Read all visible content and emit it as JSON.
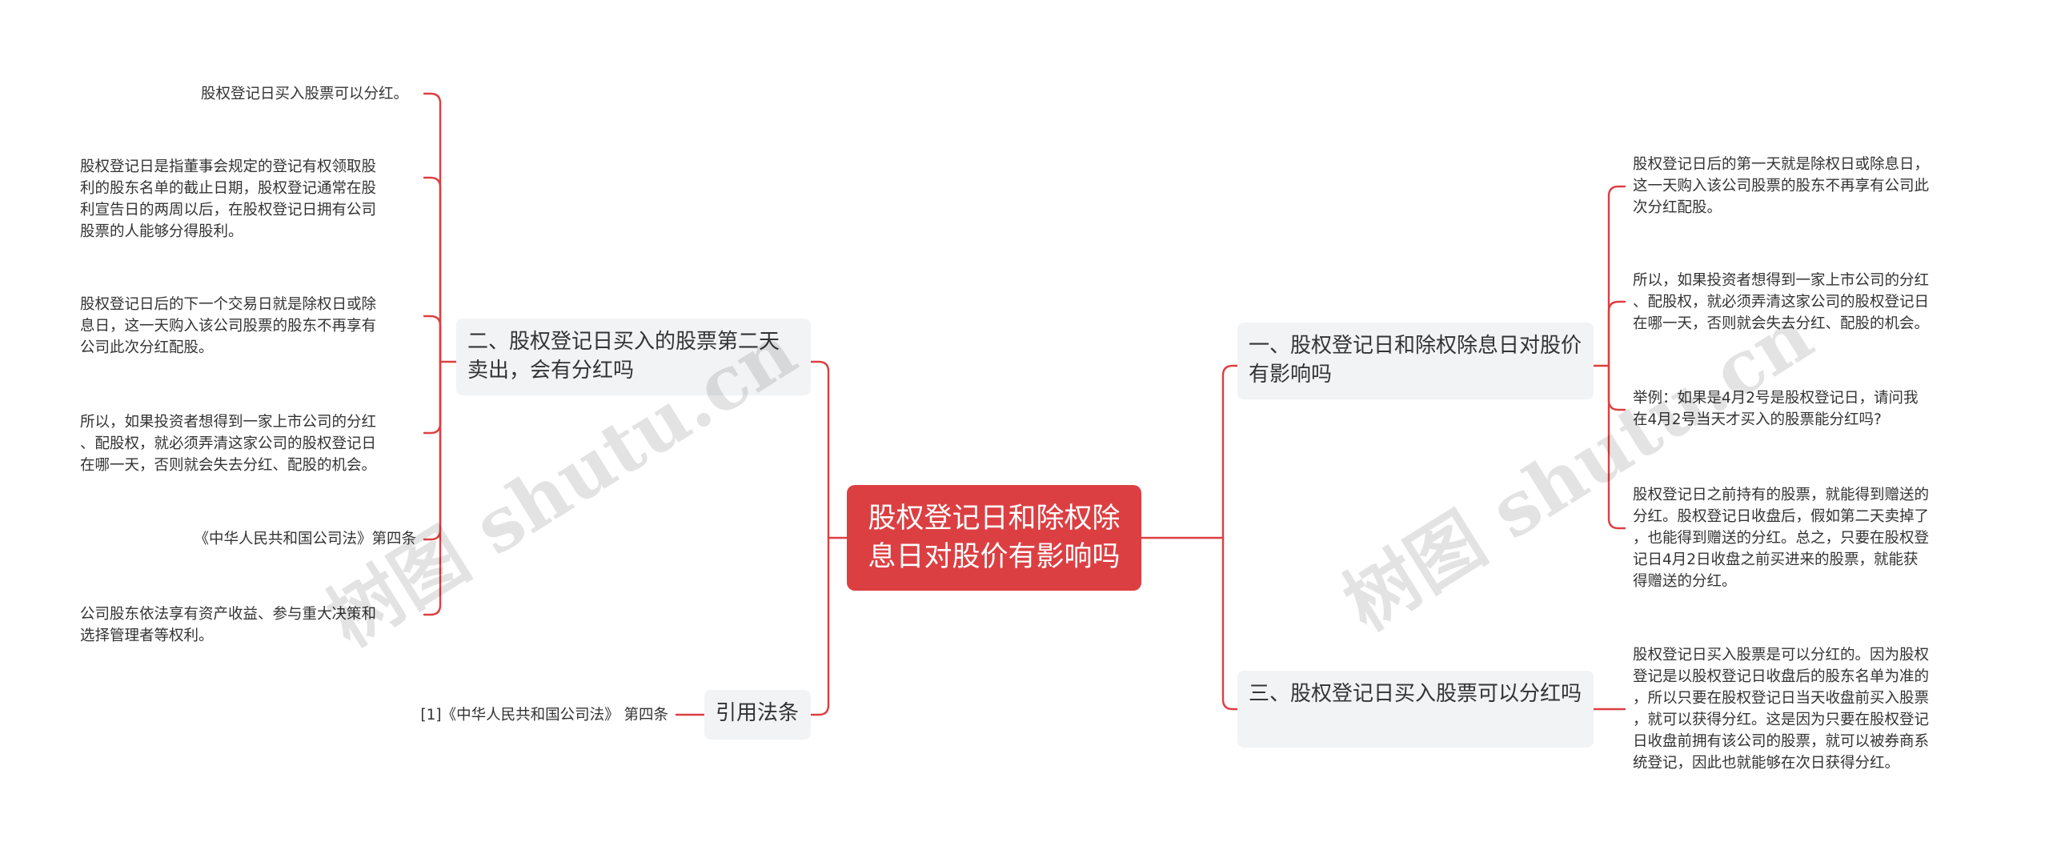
{
  "colors": {
    "accent": "#dc3f42",
    "branch_bg": "#f2f3f5",
    "line": "#dc3f42"
  },
  "root": {
    "label": "股权登记日和除权除息日对股价有影响吗"
  },
  "branches": {
    "left_1": {
      "label": "二、股权登记日买入的股票第二天卖出，会有分红吗",
      "leaves": [
        "股权登记日买入股票可以分红。",
        "股权登记日是指董事会规定的登记有权领取股\n利的股东名单的截止日期，股权登记通常在股\n利宣告日的两周以后，在股权登记日拥有公司\n股票的人能够分得股利。",
        "股权登记日后的下一个交易日就是除权日或除\n息日，这一天购入该公司股票的股东不再享有\n公司此次分红配股。",
        "所以，如果投资者想得到一家上市公司的分红\n、配股权，就必须弄清这家公司的股权登记日\n在哪一天，否则就会失去分红、配股的机会。",
        "《中华人民共和国公司法》第四条",
        "公司股东依法享有资产收益、参与重大决策和\n选择管理者等权利。"
      ]
    },
    "left_2": {
      "label": "引用法条",
      "leaves": [
        "[1]《中华人民共和国公司法》 第四条"
      ]
    },
    "right_1": {
      "label": "一、股权登记日和除权除息日对股价有影响吗",
      "leaves": [
        "股权登记日后的第一天就是除权日或除息日，\n这一天购入该公司股票的股东不再享有公司此\n次分红配股。",
        "所以，如果投资者想得到一家上市公司的分红\n、配股权，就必须弄清这家公司的股权登记日\n在哪一天，否则就会失去分红、配股的机会。",
        "举例：如果是4月2号是股权登记日，请问我\n在4月2号当天才买入的股票能分红吗?",
        "股权登记日之前持有的股票，就能得到赠送的\n分红。股权登记日收盘后，假如第二天卖掉了\n，也能得到赠送的分红。总之，只要在股权登\n记日4月2日收盘之前买进来的股票，就能获\n得赠送的分红。"
      ]
    },
    "right_2": {
      "label": "三、股权登记日买入股票可以分红吗",
      "leaves": [
        "股权登记日买入股票是可以分红的。因为股权\n登记是以股权登记日收盘后的股东名单为准的\n，所以只要在股权登记日当天收盘前买入股票\n，就可以获得分红。这是因为只要在股权登记\n日收盘前拥有该公司的股票，就可以被券商系\n统登记，因此也就能够在次日获得分红。"
      ]
    }
  },
  "watermark": {
    "text": "树图 shutu.cn"
  }
}
